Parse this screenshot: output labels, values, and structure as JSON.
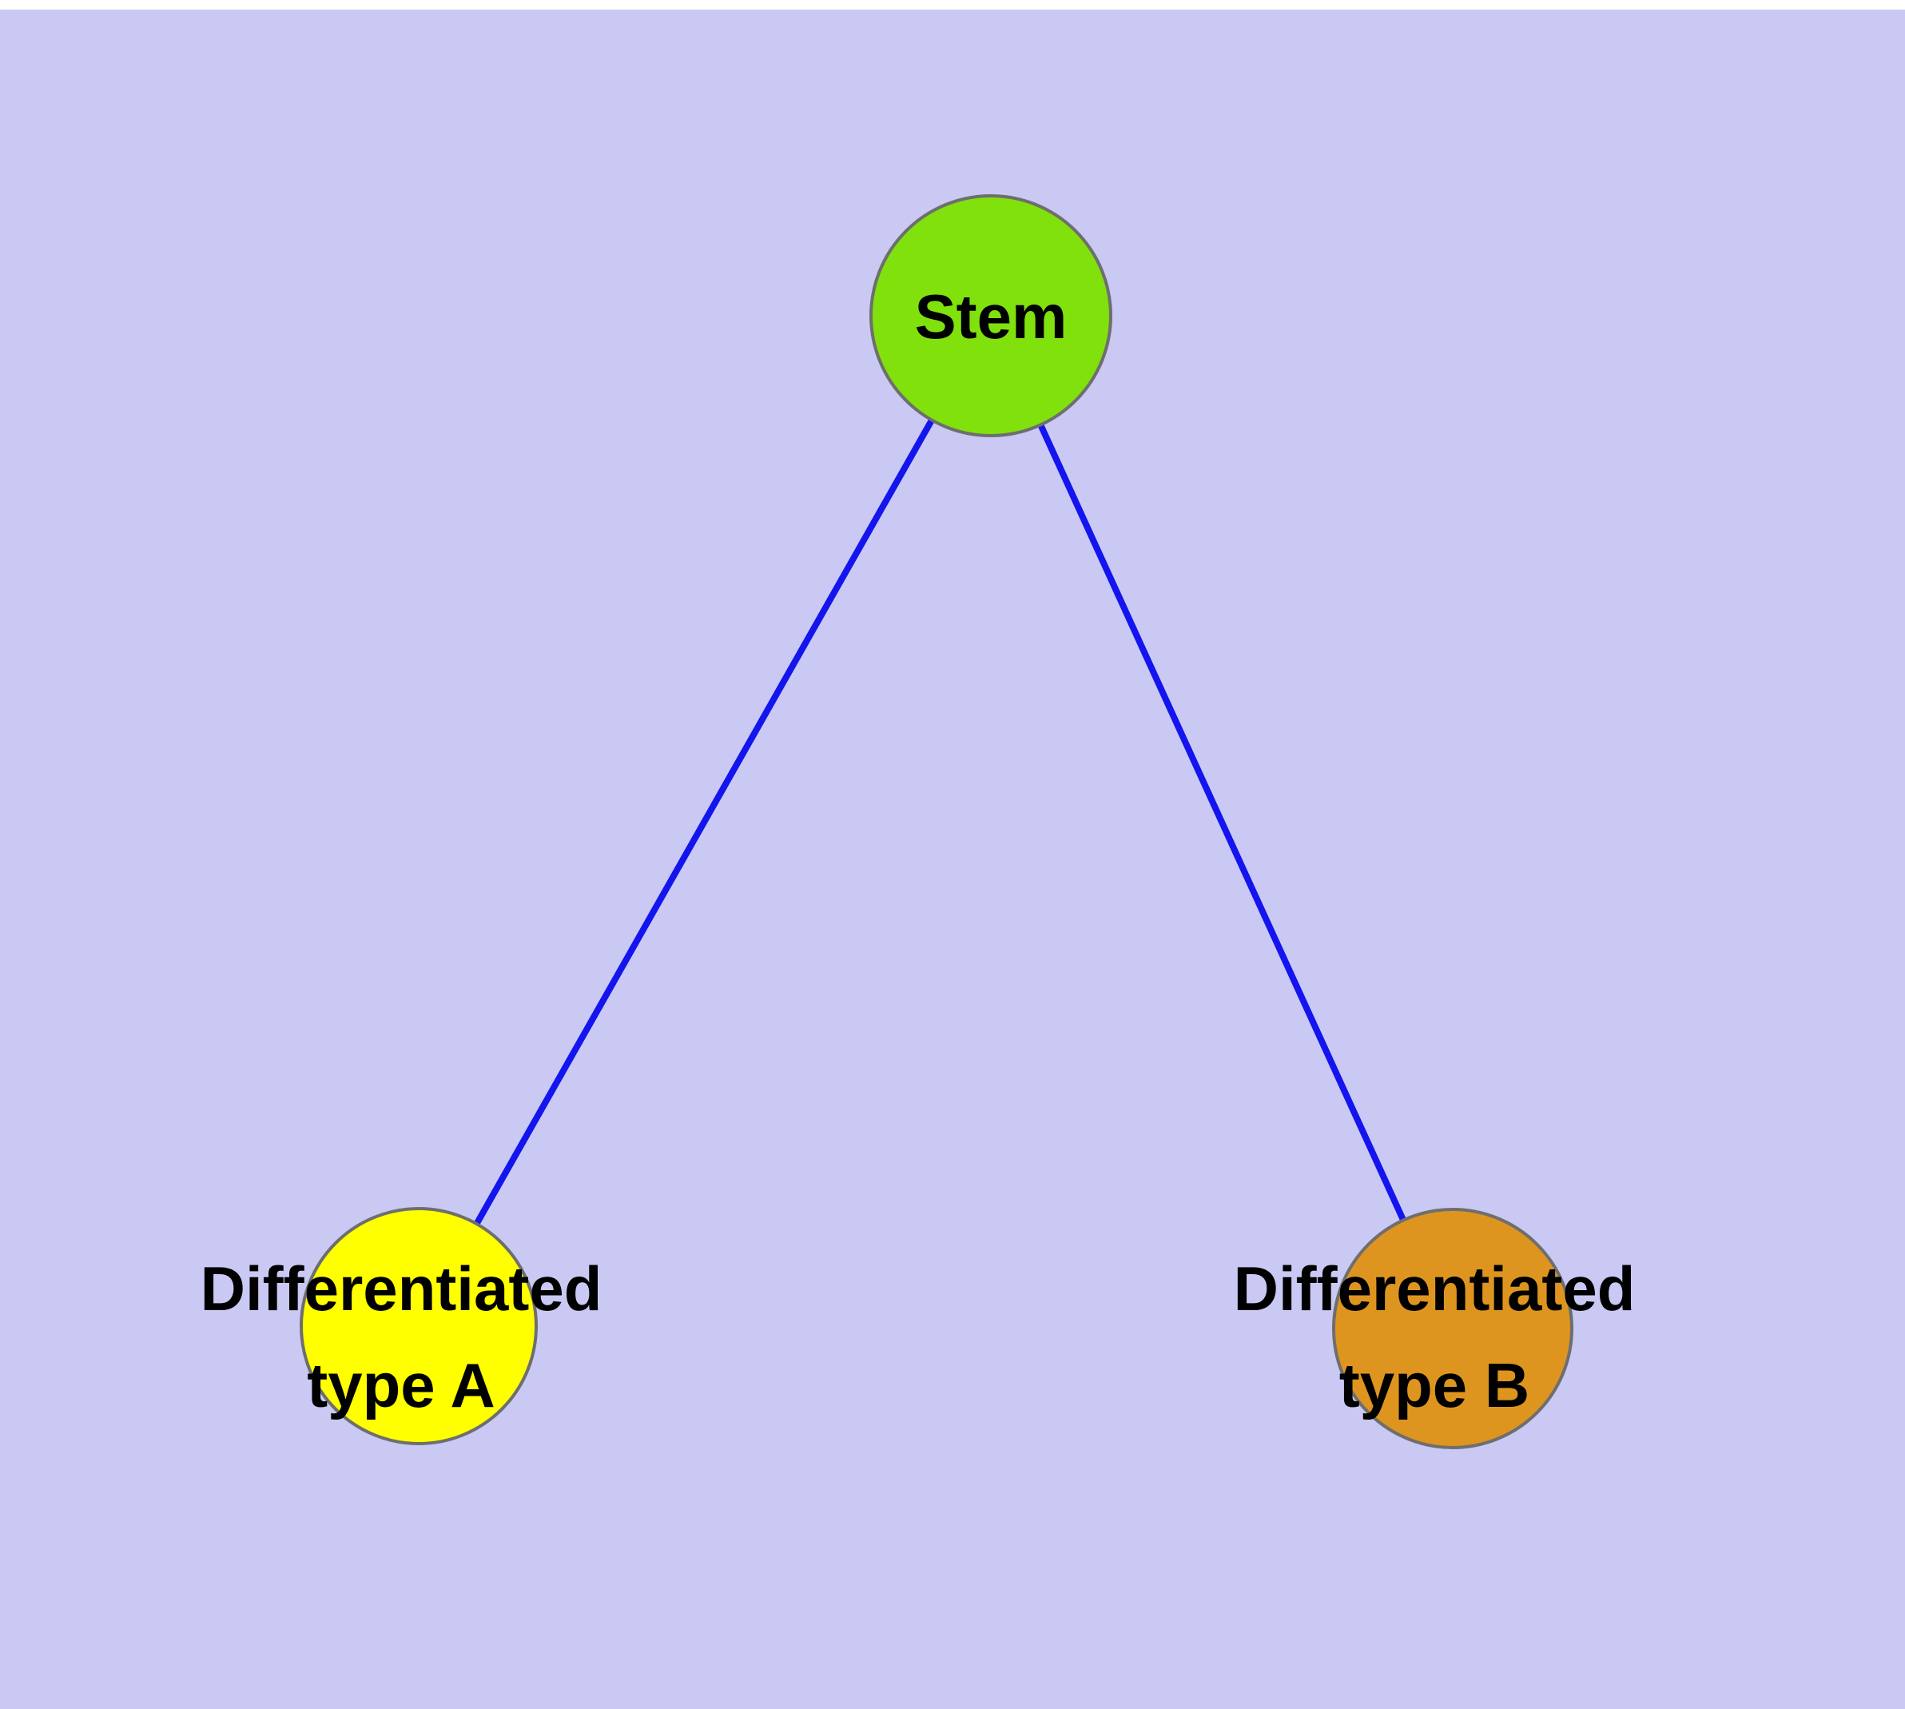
{
  "colors": {
    "background": "#c9c9f4",
    "top_strip": "#ffffff",
    "edge": "#1414ee",
    "node_stroke": "#6e6e6e",
    "stem_fill": "#80e10d",
    "type_a_fill": "#ffff00",
    "type_b_fill": "#de951f",
    "label_color": "#000000"
  },
  "nodes": {
    "stem": {
      "label": "Stem"
    },
    "type_a": {
      "label_line1": "Differentiated",
      "label_line2": "type A"
    },
    "type_b": {
      "label_line1": "Differentiated",
      "label_line2": "type B"
    }
  },
  "edges": [
    {
      "from": "Stem",
      "to": "Differentiated type A"
    },
    {
      "from": "Stem",
      "to": "Differentiated type B"
    }
  ]
}
